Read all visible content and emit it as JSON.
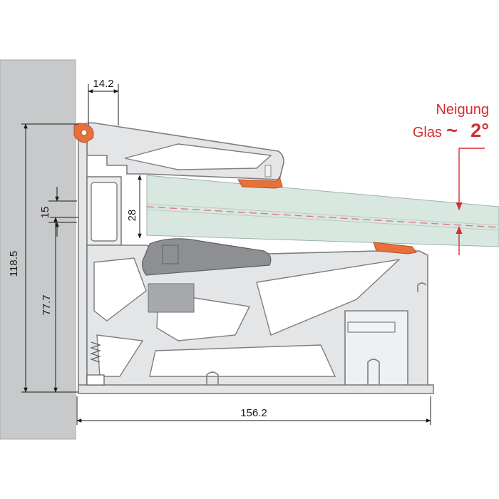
{
  "dimensions": {
    "width_top": "14.2",
    "height_total": "118.5",
    "height_lower": "77.7",
    "gap_15": "15",
    "glass_28": "28",
    "width_total": "156.2"
  },
  "annotation": {
    "line1": "Neigung",
    "line2_prefix": "Glas",
    "line2_symbol": "~",
    "value": "2°"
  },
  "colors": {
    "wall": "#c8c9cb",
    "profile_fill": "#e4e5e7",
    "profile_stroke": "#7d7e80",
    "glass": "#d9e7e1",
    "seal_orange": "#e8703a",
    "accent_red": "#d52b32",
    "dark_part": "#8d8f92"
  }
}
